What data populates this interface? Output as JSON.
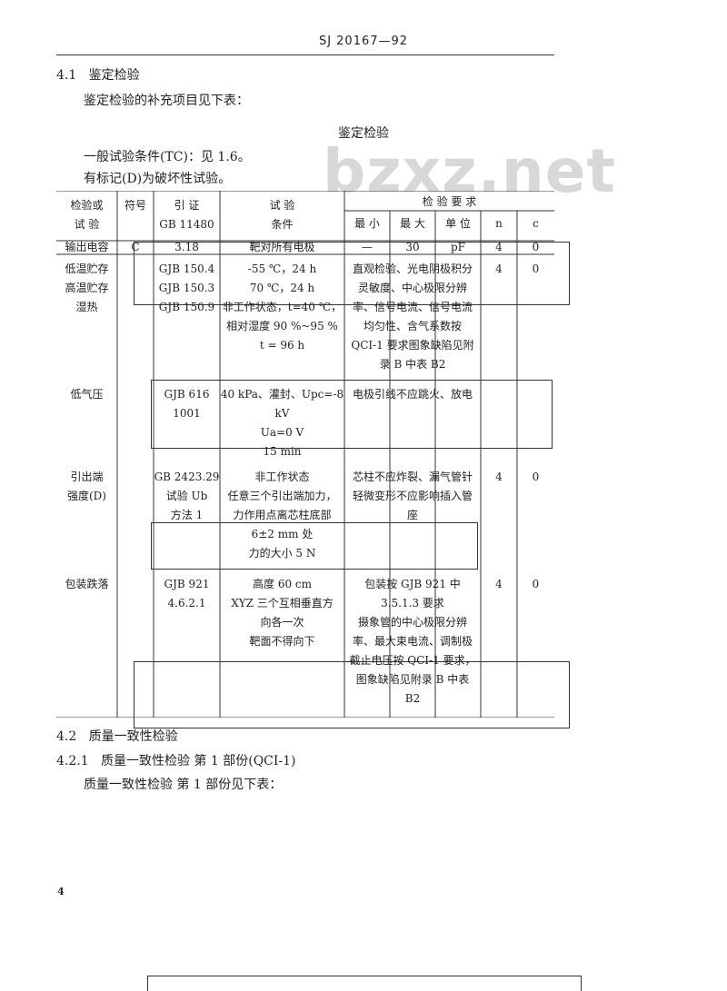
{
  "header": "SJ 20167—92",
  "watermark": "bzxz.net",
  "sec41": {
    "num": "4.1",
    "title": "鉴定检验"
  },
  "intro": "鉴定检验的补充项目见下表：",
  "table_title": "鉴定检验",
  "cond1": "一般试验条件(TC)：见 1.6。",
  "cond2": "有标记(D)为破坏性试验。",
  "headers": {
    "test": [
      "检验或",
      "试  验"
    ],
    "symbol": "符号",
    "ref": [
      "引  证",
      "GB 11480"
    ],
    "cond": [
      "试  验",
      "条件"
    ],
    "req": "检  验  要  求",
    "min": "最  小",
    "max": "最  大",
    "unit": "单  位",
    "n": "n",
    "c": "c"
  },
  "rows": {
    "r1": {
      "test": "输出电容",
      "symbol": "C",
      "ref": "3.18",
      "cond": "靶对所有电极",
      "min": "—",
      "max": "30",
      "unit": "pF",
      "n": "4",
      "c": "0"
    },
    "r2": {
      "tests": [
        "低温贮存",
        "高温贮存",
        "湿热"
      ],
      "refs": [
        "GJB 150.4",
        "GJB 150.3",
        "GJB 150.9"
      ],
      "conds": [
        "-55 ℃，24 h",
        "70 ℃，24 h",
        "非工作状态，t=40 ℃，",
        "相对湿度 90 %~95 %",
        "t = 96 h"
      ],
      "reqs": [
        "直观检验、光电阴极积分",
        "灵敏度、中心极限分辨",
        "率、信号电流、信号电流",
        "均匀性、含气系数按",
        "QCI-1 要求图象缺陷见附",
        "录 B 中表 B2"
      ],
      "n": "4",
      "c": "0"
    },
    "r3": {
      "test": "低气压",
      "refs": [
        "GJB 616",
        "1001"
      ],
      "conds": [
        "40 kPa、灌封、Upc=-8",
        "kV",
        "Ua=0 V",
        "15 min"
      ],
      "req": "电极引线不应跳火、放电"
    },
    "r4": {
      "tests": [
        "引出端",
        "强度(D)"
      ],
      "refs": [
        "GB 2423.29",
        "试验 Ub",
        "方法 1"
      ],
      "conds": [
        "非工作状态",
        "任意三个引出端加力，",
        "力作用点离芯柱底部",
        "6±2 mm 处",
        "力的大小 5 N"
      ],
      "reqs": [
        "芯柱不应炸裂、漏气管针",
        "轻微变形不应影响插入管",
        "座"
      ],
      "n": "4",
      "c": "0"
    },
    "r5": {
      "test": "包装跌落",
      "refs": [
        "GJB 921",
        "4.6.2.1"
      ],
      "conds": [
        "高度 60 cm",
        "XYZ 三个互相垂直方",
        "向各一次",
        "靶面不得向下"
      ],
      "reqs": [
        "包装按 GJB 921 中",
        "3.5.1.3 要求",
        "摄象管的中心极限分辨",
        "率、最大束电流、调制极",
        "截止电压按 QCI-1 要求，",
        "图象缺陷见附录 B 中表",
        "B2"
      ],
      "n": "4",
      "c": "0"
    }
  },
  "sec42": {
    "num": "4.2",
    "title": "质量一致性检验"
  },
  "sec421": {
    "num": "4.2.1",
    "title": "质量一致性检验    第 1 部份(QCI-1)"
  },
  "para421": "质量一致性检验    第 1 部份见下表：",
  "page_number": "4"
}
